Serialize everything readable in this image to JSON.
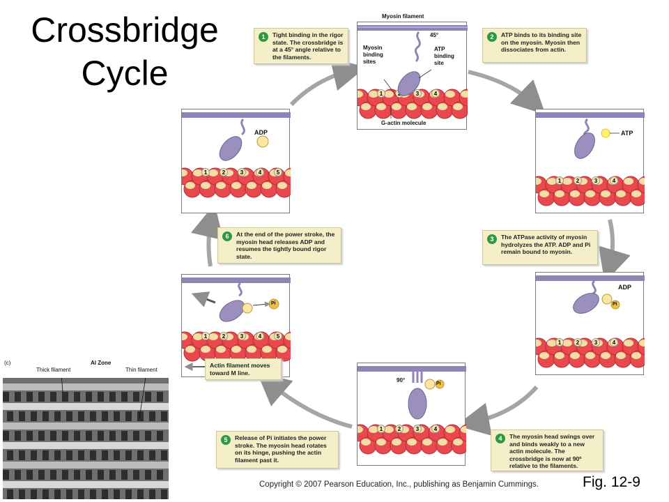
{
  "title": {
    "line1": "Crossbridge",
    "line2": "Cycle"
  },
  "steps": [
    {
      "num": "1",
      "text": "Tight binding in the rigor state. The crossbridge is at a 45° angle relative to the filaments."
    },
    {
      "num": "2",
      "text": "ATP binds to its binding site on the myosin. Myosin then dissociates from actin."
    },
    {
      "num": "3",
      "text": "The ATPase activity of myosin hydrolyzes the ATP. ADP and Pi remain bound to myosin."
    },
    {
      "num": "4",
      "text": "The myosin head swings over and binds weakly to a new actin molecule. The crossbridge is now at 90º relative to the filaments."
    },
    {
      "num": "5",
      "text": "Release of Pi initiates the power stroke. The myosin head rotates on its hinge, pushing the actin filament past it."
    },
    {
      "num": "6",
      "text": "At the end of the power stroke, the myosin head releases ADP and resumes the tightly bound rigor state."
    }
  ],
  "labels": {
    "myosin_filament": "Myosin filament",
    "myosin_binding_sites": "Myosin binding sites",
    "atp_binding_site": "ATP binding site",
    "g_actin": "G-actin molecule",
    "angle45": "45°",
    "angle90": "90°",
    "adp": "ADP",
    "atp": "ATP",
    "pi": "Pi",
    "actin_moves": "Actin filament moves toward M line."
  },
  "actin_numbers": [
    "1",
    "2",
    "3",
    "4",
    "5"
  ],
  "micrograph": {
    "panel": "(c)",
    "zone": "AI Zone",
    "thick": "Thick filament",
    "thin": "Thin filament"
  },
  "copyright": "Copyright © 2007 Pearson Education, Inc., publishing as Benjamin Cummings.",
  "figure": "Fig. 12-9",
  "colors": {
    "myosin": "#9b8fbf",
    "actin_red": "#e8484e",
    "actin_cream": "#f3dfa6",
    "caption_bg": "#f4efc8",
    "step_green": "#2e9a3e",
    "arrow_gray": "#9a9a9a"
  }
}
